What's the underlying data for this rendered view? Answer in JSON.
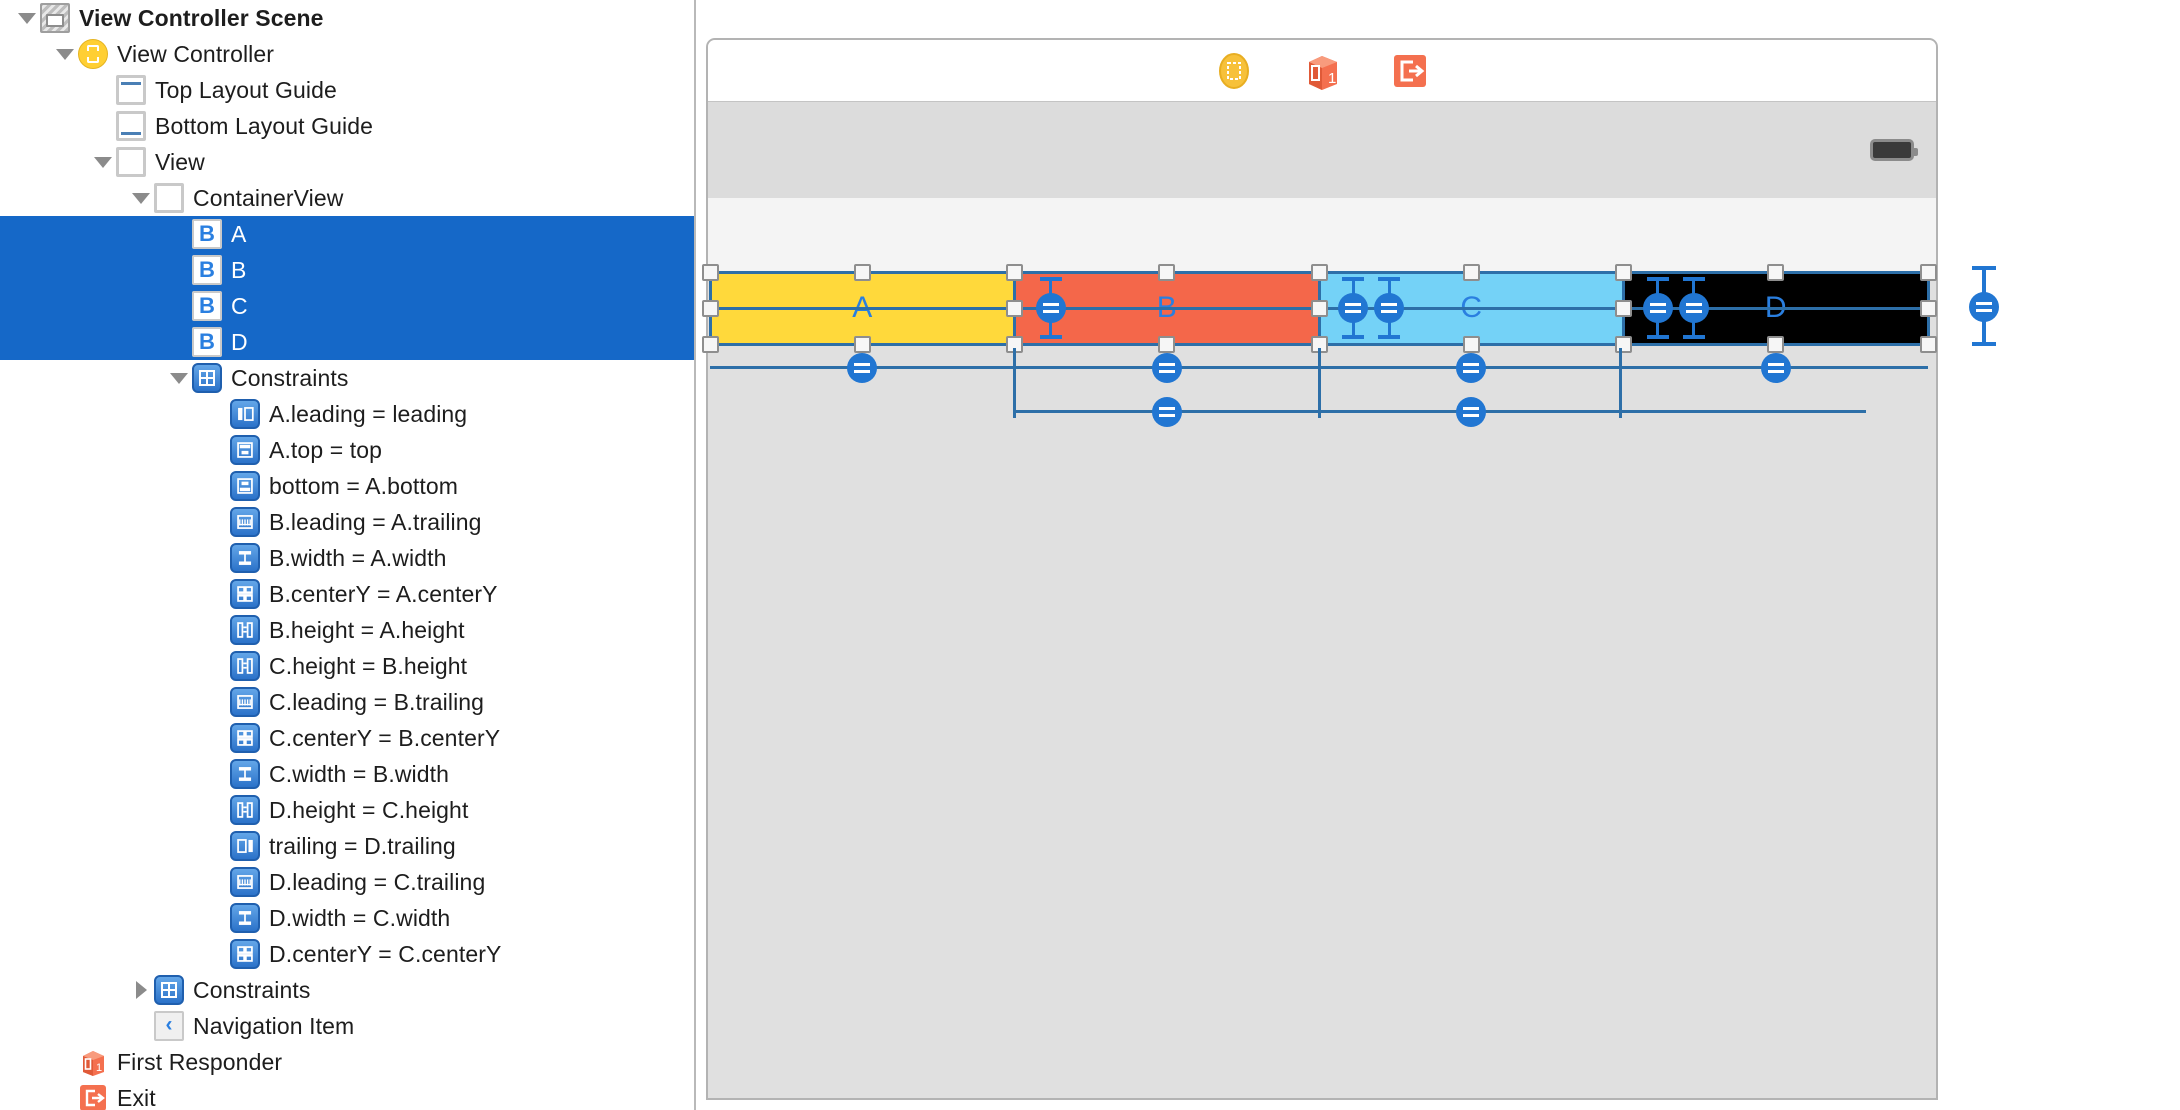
{
  "app": {
    "name": "Xcode Interface Builder",
    "view": "Document Outline + Storyboard Canvas"
  },
  "outline": {
    "rows": [
      {
        "label": "View Controller Scene",
        "icon": "scene-icon",
        "indent": 0,
        "disclosure": "down",
        "selected": false,
        "bold": true
      },
      {
        "label": "View Controller",
        "icon": "view-controller-icon",
        "indent": 1,
        "disclosure": "down",
        "selected": false,
        "bold": false
      },
      {
        "label": "Top Layout Guide",
        "icon": "top-layout-guide-icon",
        "indent": 2,
        "disclosure": "none",
        "selected": false,
        "bold": false
      },
      {
        "label": "Bottom Layout Guide",
        "icon": "bottom-layout-guide-icon",
        "indent": 2,
        "disclosure": "none",
        "selected": false,
        "bold": false
      },
      {
        "label": "View",
        "icon": "view-icon",
        "indent": 2,
        "disclosure": "down",
        "selected": false,
        "bold": false
      },
      {
        "label": "ContainerView",
        "icon": "container-view-icon",
        "indent": 3,
        "disclosure": "down",
        "selected": false,
        "bold": false
      },
      {
        "label": "A",
        "icon": "button-icon",
        "indent": 4,
        "disclosure": "none",
        "selected": true,
        "bold": false
      },
      {
        "label": "B",
        "icon": "button-icon",
        "indent": 4,
        "disclosure": "none",
        "selected": true,
        "bold": false
      },
      {
        "label": "C",
        "icon": "button-icon",
        "indent": 4,
        "disclosure": "none",
        "selected": true,
        "bold": false
      },
      {
        "label": "D",
        "icon": "button-icon",
        "indent": 4,
        "disclosure": "none",
        "selected": true,
        "bold": false
      },
      {
        "label": "Constraints",
        "icon": "constraints-group-icon",
        "indent": 4,
        "disclosure": "down",
        "selected": false,
        "bold": false
      },
      {
        "label": "A.leading = leading",
        "icon": "constraint-leading-icon",
        "indent": 5,
        "disclosure": "none",
        "selected": false,
        "bold": false
      },
      {
        "label": "A.top = top",
        "icon": "constraint-top-icon",
        "indent": 5,
        "disclosure": "none",
        "selected": false,
        "bold": false
      },
      {
        "label": "bottom = A.bottom",
        "icon": "constraint-bottom-icon",
        "indent": 5,
        "disclosure": "none",
        "selected": false,
        "bold": false
      },
      {
        "label": "B.leading = A.trailing",
        "icon": "constraint-horizontal-space-icon",
        "indent": 5,
        "disclosure": "none",
        "selected": false,
        "bold": false
      },
      {
        "label": "B.width = A.width",
        "icon": "constraint-equal-width-icon",
        "indent": 5,
        "disclosure": "none",
        "selected": false,
        "bold": false
      },
      {
        "label": "B.centerY = A.centerY",
        "icon": "constraint-align-centery-icon",
        "indent": 5,
        "disclosure": "none",
        "selected": false,
        "bold": false
      },
      {
        "label": "B.height = A.height",
        "icon": "constraint-equal-height-icon",
        "indent": 5,
        "disclosure": "none",
        "selected": false,
        "bold": false
      },
      {
        "label": "C.height = B.height",
        "icon": "constraint-equal-height-icon",
        "indent": 5,
        "disclosure": "none",
        "selected": false,
        "bold": false
      },
      {
        "label": "C.leading = B.trailing",
        "icon": "constraint-horizontal-space-icon",
        "indent": 5,
        "disclosure": "none",
        "selected": false,
        "bold": false
      },
      {
        "label": "C.centerY = B.centerY",
        "icon": "constraint-align-centery-icon",
        "indent": 5,
        "disclosure": "none",
        "selected": false,
        "bold": false
      },
      {
        "label": "C.width = B.width",
        "icon": "constraint-equal-width-icon",
        "indent": 5,
        "disclosure": "none",
        "selected": false,
        "bold": false
      },
      {
        "label": "D.height = C.height",
        "icon": "constraint-equal-height-icon",
        "indent": 5,
        "disclosure": "none",
        "selected": false,
        "bold": false
      },
      {
        "label": "trailing = D.trailing",
        "icon": "constraint-trailing-icon",
        "indent": 5,
        "disclosure": "none",
        "selected": false,
        "bold": false
      },
      {
        "label": "D.leading = C.trailing",
        "icon": "constraint-horizontal-space-icon",
        "indent": 5,
        "disclosure": "none",
        "selected": false,
        "bold": false
      },
      {
        "label": "D.width = C.width",
        "icon": "constraint-equal-width-icon",
        "indent": 5,
        "disclosure": "none",
        "selected": false,
        "bold": false
      },
      {
        "label": "D.centerY = C.centerY",
        "icon": "constraint-align-centery-icon",
        "indent": 5,
        "disclosure": "none",
        "selected": false,
        "bold": false
      },
      {
        "label": "Constraints",
        "icon": "constraints-group-icon",
        "indent": 3,
        "disclosure": "right",
        "selected": false,
        "bold": false
      },
      {
        "label": "Navigation Item",
        "icon": "navigation-item-icon",
        "indent": 3,
        "disclosure": "none",
        "selected": false,
        "bold": false
      },
      {
        "label": "First Responder",
        "icon": "first-responder-icon",
        "indent": 1,
        "disclosure": "none",
        "selected": false,
        "bold": false
      },
      {
        "label": "Exit",
        "icon": "exit-icon",
        "indent": 1,
        "disclosure": "none",
        "selected": false,
        "bold": false
      }
    ],
    "selection_color": "#1568c8"
  },
  "canvas": {
    "navbar": {
      "icons": [
        {
          "name": "view-controller-icon",
          "label": "View Controller"
        },
        {
          "name": "first-responder-icon",
          "label": "First Responder"
        },
        {
          "name": "exit-icon",
          "label": "Exit"
        }
      ]
    },
    "statusbar": {
      "battery_icon": "battery-icon"
    },
    "views": [
      {
        "label": "A",
        "color": "#ffd93b",
        "width_pct": 25
      },
      {
        "label": "B",
        "color": "#f4674a",
        "width_pct": 25
      },
      {
        "label": "C",
        "color": "#74d2f7",
        "width_pct": 25
      },
      {
        "label": "D",
        "color": "#000000",
        "width_pct": 25
      }
    ],
    "arrow_icon": "canvas-expand-arrow-icon"
  }
}
